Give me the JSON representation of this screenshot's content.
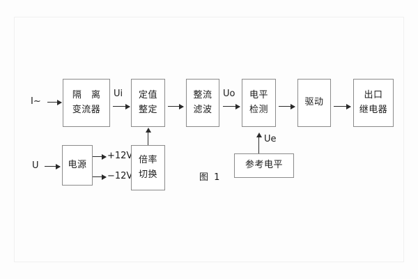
{
  "diagram": {
    "caption": "图 1",
    "nodes": [
      {
        "id": "isolation-ct",
        "line1": "隔 离",
        "line2": "变流器"
      },
      {
        "id": "setting",
        "line1": "定值",
        "line2": "整定"
      },
      {
        "id": "rectify-filter",
        "line1": "整流",
        "line2": "滤波"
      },
      {
        "id": "level-detect",
        "line1": "电平",
        "line2": "检测"
      },
      {
        "id": "driver",
        "line1": "驱动",
        "line2": ""
      },
      {
        "id": "output-relay",
        "line1": "出口",
        "line2": "继电器"
      },
      {
        "id": "power-supply",
        "line1": "电源",
        "line2": ""
      },
      {
        "id": "multiplier",
        "line1": "倍率",
        "line2": "切换"
      },
      {
        "id": "reference",
        "line1": "参考电平",
        "line2": ""
      }
    ],
    "signals": {
      "current_input": "I~",
      "ui": "Ui",
      "uo": "Uo",
      "ue": "Ue",
      "voltage_input": "U",
      "plus_12v": "+12V",
      "minus_12v": "−12V"
    },
    "colors": {
      "background": "#fdfdfd",
      "box_border": "#8a8a8a",
      "line": "#2a2a2a",
      "text": "#1b1b1b",
      "frame": "#f0f0f0"
    }
  }
}
